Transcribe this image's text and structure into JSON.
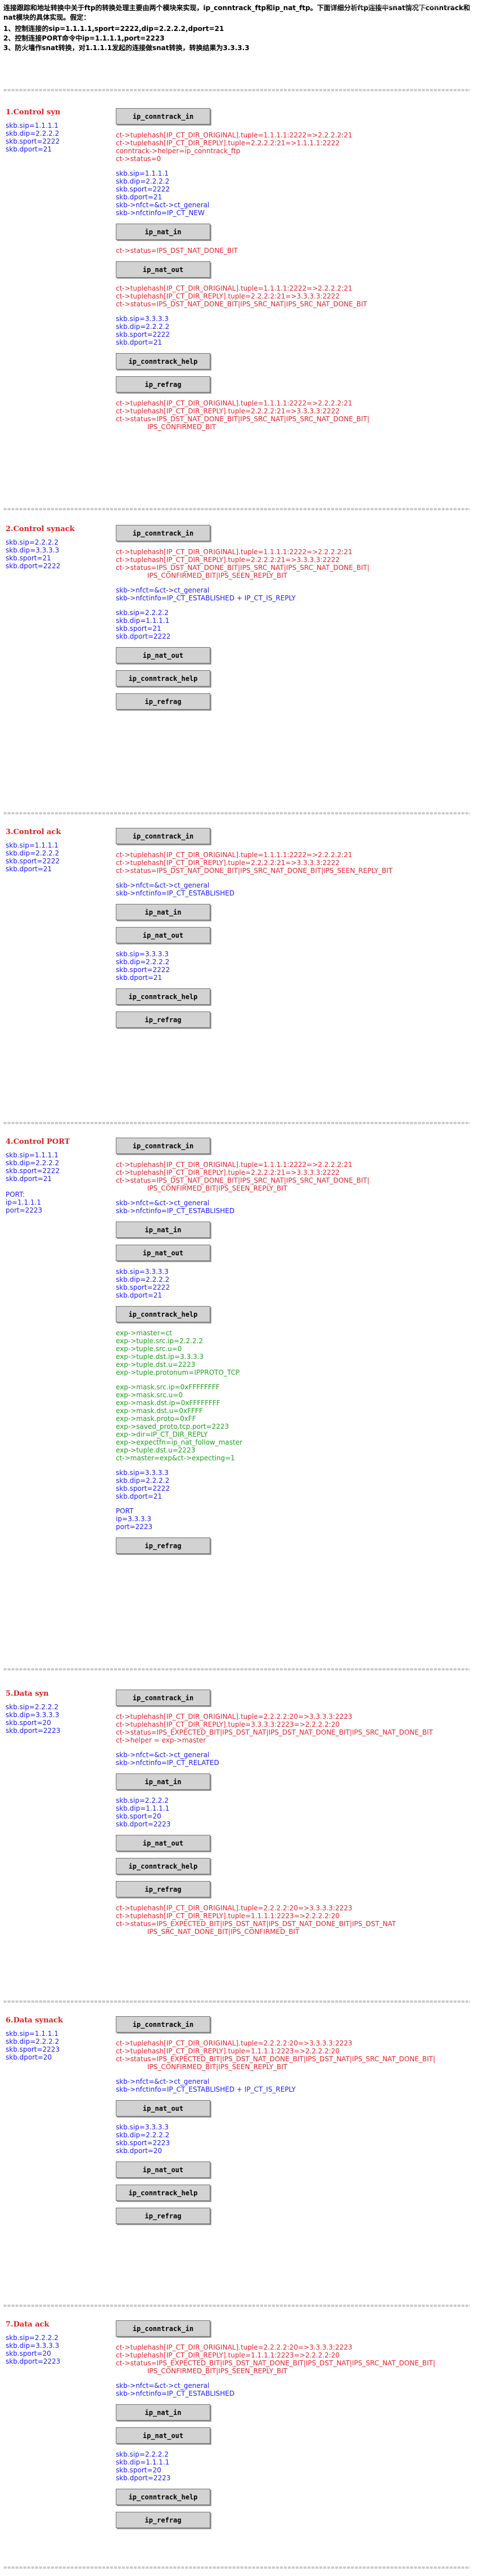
{
  "page": {
    "watermark": "blog.csdn.net/ch_csdn@hotmail.com",
    "intro_title": "连接跟踪和地址转换中关于ftp的转换处理主要由两个模块来实现，ip_conntrack_ftp和ip_nat_ftp。下面详细分析ftp连接中snat情况下conntrack和nat模块的具体实现。假定：",
    "intro_lines": [
      "1、控制连接的sip=1.1.1.1,sport=2222,dip=2.2.2.2,dport=21",
      "2、控制连接PORT命令中ip=1.1.1.1,port=2223",
      "3、防火墙作snat转换，对1.1.1.1发起的连接做snat转换，转换结果为3.3.3.3"
    ],
    "separator": "=========================================================================================================================================================================="
  },
  "colors": {
    "blue": "#1a1aff",
    "red": "#e8232c",
    "green": "#1fa01f",
    "title_red": "#e02020",
    "hook_bg": "#d2d2d2"
  },
  "sections": [
    {
      "title": "1.Control syn",
      "left_vars": [
        "skb.sip=1.1.1.1",
        "skb.dip=2.2.2.2",
        "skb.sport=2222",
        "skb.dport=21"
      ],
      "left_extra": [],
      "hooks": [
        {
          "name": "ip_conntrack_in",
          "blocks": [
            {
              "color": "red",
              "lines": [
                {
                  "t": "ct->tuplehash[IP_CT_DIR_ORIGINAL].tuple=1.1.1.1:2222=>2.2.2.2:21"
                },
                {
                  "t": "ct->tuplehash[IP_CT_DIR_REPLY].tuple=2.2.2.2:21=>1.1.1.1:2222"
                },
                {
                  "t": "conntrack->helper=ip_conntrack_ftp"
                },
                {
                  "t": "ct->status=0"
                }
              ]
            },
            {
              "color": "blue",
              "lines": [
                {
                  "t": "skb.sip=1.1.1.1"
                },
                {
                  "t": "skb.dip=2.2.2.2"
                },
                {
                  "t": "skb.sport=2222"
                },
                {
                  "t": "skb.dport=21"
                },
                {
                  "t": "skb->nfct=&ct->ct_general"
                },
                {
                  "t": "skb->nfctinfo=IP_CT_NEW"
                }
              ]
            }
          ]
        },
        {
          "name": "ip_nat_in",
          "blocks": [
            {
              "color": "red",
              "lines": [
                {
                  "t": "ct->status=IPS_DST_NAT_DONE_BIT"
                }
              ]
            }
          ]
        },
        {
          "name": "ip_nat_out",
          "blocks": [
            {
              "color": "red",
              "lines": [
                {
                  "t": "ct->tuplehash[IP_CT_DIR_ORIGINAL].tuple=1.1.1.1:2222=>2.2.2.2:21"
                },
                {
                  "t": "ct->tuplehash[IP_CT_DIR_REPLY].tuple=2.2.2.2:21=>3.3.3.3:2222"
                },
                {
                  "t": "ct->status=IPS_DST_NAT_DONE_BIT|IPS_SRC_NAT|IPS_SRC_NAT_DONE_BIT"
                }
              ]
            },
            {
              "color": "blue",
              "lines": [
                {
                  "t": "skb.sip=3.3.3.3"
                },
                {
                  "t": "skb.dip=2.2.2.2"
                },
                {
                  "t": "skb.sport=2222"
                },
                {
                  "t": "skb.dport=21"
                }
              ]
            }
          ]
        },
        {
          "name": "ip_conntrack_help",
          "blocks": []
        },
        {
          "name": "ip_refrag",
          "blocks": [
            {
              "color": "red",
              "lines": [
                {
                  "t": "ct->tuplehash[IP_CT_DIR_ORIGINAL].tuple=1.1.1.1:2222=>2.2.2.2:21"
                },
                {
                  "t": "ct->tuplehash[IP_CT_DIR_REPLY].tuple=2.2.2.2:21=>3.3.3.3:2222"
                },
                {
                  "t": "ct->status=IPS_DST_NAT_DONE_BIT|IPS_SRC_NAT|IPS_SRC_NAT_DONE_BIT|"
                },
                {
                  "t": "IPS_CONFIRMED_BIT",
                  "indent": true
                }
              ]
            }
          ]
        }
      ]
    },
    {
      "title": "2.Control synack",
      "left_vars": [
        "skb.sip=2.2.2.2",
        "skb.dip=3.3.3.3",
        "skb.sport=21",
        "skb.dport=2222"
      ],
      "left_extra": [],
      "hooks": [
        {
          "name": "ip_conntrack_in",
          "blocks": [
            {
              "color": "red",
              "lines": [
                {
                  "t": "ct->tuplehash[IP_CT_DIR_ORIGINAL].tuple=1.1.1.1:2222=>2.2.2.2:21"
                },
                {
                  "t": "ct->tuplehash[IP_CT_DIR_REPLY].tuple=2.2.2.2:21=>3.3.3.3:2222"
                },
                {
                  "t": "ct->status=IPS_DST_NAT_DONE_BIT|IPS_SRC_NAT|IPS_SRC_NAT_DONE_BIT|"
                },
                {
                  "t": "IPS_CONFIRMED_BIT|IPS_SEEN_REPLY_BIT",
                  "indent": true
                }
              ]
            },
            {
              "color": "blue",
              "lines": [
                {
                  "t": "skb->nfct=&ct->ct_general"
                },
                {
                  "t": "skb->nfctinfo=IP_CT_ESTABLISHED + IP_CT_IS_REPLY"
                }
              ]
            },
            {
              "color": "blue",
              "lines": [
                {
                  "t": "skb.sip=2.2.2.2"
                },
                {
                  "t": "skb.dip=1.1.1.1"
                },
                {
                  "t": "skb.sport=21"
                },
                {
                  "t": "skb.dport=2222"
                }
              ]
            }
          ]
        },
        {
          "name": "ip_nat_out",
          "blocks": []
        },
        {
          "name": "ip_conntrack_help",
          "blocks": []
        },
        {
          "name": "ip_refrag",
          "blocks": []
        }
      ]
    },
    {
      "title": "3.Control ack",
      "left_vars": [
        "skb.sip=1.1.1.1",
        "skb.dip=2.2.2.2",
        "skb.sport=2222",
        "skb.dport=21"
      ],
      "left_extra": [],
      "hooks": [
        {
          "name": "ip_conntrack_in",
          "blocks": [
            {
              "color": "red",
              "lines": [
                {
                  "t": "ct->tuplehash[IP_CT_DIR_ORIGINAL].tuple=1.1.1.1:2222=>2.2.2.2:21"
                },
                {
                  "t": "ct->tuplehash[IP_CT_DIR_REPLY].tuple=2.2.2.2:21=>3.3.3.3:2222"
                },
                {
                  "t": "ct->status=IPS_DST_NAT_DONE_BIT|IPS_SRC_NAT_DONE_BIT|IPS_SEEN_REPLY_BIT"
                }
              ]
            },
            {
              "color": "blue",
              "lines": [
                {
                  "t": "skb->nfct=&ct->ct_general"
                },
                {
                  "t": "skb->nfctinfo=IP_CT_ESTABLISHED"
                }
              ]
            }
          ]
        },
        {
          "name": "ip_nat_in",
          "blocks": []
        },
        {
          "name": "ip_nat_out",
          "blocks": [
            {
              "color": "blue",
              "lines": [
                {
                  "t": "skb.sip=3.3.3.3"
                },
                {
                  "t": "skb.dip=2.2.2.2"
                },
                {
                  "t": "skb.sport=2222"
                },
                {
                  "t": "skb.dport=21"
                }
              ]
            }
          ]
        },
        {
          "name": "ip_conntrack_help",
          "blocks": []
        },
        {
          "name": "ip_refrag",
          "blocks": []
        }
      ]
    },
    {
      "title": "4.Control PORT",
      "left_vars": [
        "skb.sip=1.1.1.1",
        "skb.dip=2.2.2.2",
        "skb.sport=2222",
        "skb.dport=21"
      ],
      "left_extra": [
        "PORT:",
        "ip=1.1.1.1",
        "port=2223"
      ],
      "hooks": [
        {
          "name": "ip_conntrack_in",
          "blocks": [
            {
              "color": "red",
              "lines": [
                {
                  "t": "ct->tuplehash[IP_CT_DIR_ORIGINAL].tuple=1.1.1.1:2222=>2.2.2.2:21"
                },
                {
                  "t": "ct->tuplehash[IP_CT_DIR_REPLY].tuple=2.2.2.2:21=>3.3.3.3:2222"
                },
                {
                  "t": "ct->status=IPS_DST_NAT_DONE_BIT|IPS_SRC_NAT|IPS_SRC_NAT_DONE_BIT|"
                },
                {
                  "t": "IPS_CONFIRMED_BIT|IPS_SEEN_REPLY_BIT",
                  "indent": true
                }
              ]
            },
            {
              "color": "blue",
              "lines": [
                {
                  "t": "skb->nfct=&ct->ct_general"
                },
                {
                  "t": "skb->nfctinfo=IP_CT_ESTABLISHED"
                }
              ]
            }
          ]
        },
        {
          "name": "ip_nat_in",
          "blocks": []
        },
        {
          "name": "ip_nat_out",
          "blocks": [
            {
              "color": "blue",
              "lines": [
                {
                  "t": "skb.sip=3.3.3.3"
                },
                {
                  "t": "skb.dip=2.2.2.2"
                },
                {
                  "t": "skb.sport=2222"
                },
                {
                  "t": "skb.dport=21"
                }
              ]
            }
          ]
        },
        {
          "name": "ip_conntrack_help",
          "blocks": [
            {
              "color": "green",
              "lines": [
                {
                  "t": "exp->master=ct"
                },
                {
                  "t": "exp->tuple.src.ip=2.2.2.2"
                },
                {
                  "t": "exp->tuple.src.u=0"
                },
                {
                  "t": "exp->tuple.dst.ip=3.3.3.3"
                },
                {
                  "t": "exp->tuple.dst.u=2223"
                },
                {
                  "t": "exp->tuple.protonum=IPPROTO_TCP"
                }
              ]
            },
            {
              "color": "green",
              "lines": [
                {
                  "t": "exp->mask.src.ip=0xFFFFFFFF"
                },
                {
                  "t": "exp->mask.src.u=0"
                },
                {
                  "t": "exp->mask.dst.ip=0xFFFFFFFF"
                },
                {
                  "t": "exp->mask.dst.u=0xFFFF"
                },
                {
                  "t": "exp->mask.proto=0xFF"
                },
                {
                  "t": "exp->saved_proto.tcp.port=2223"
                },
                {
                  "t": "exp->dir=IP_CT_DIR_REPLY"
                },
                {
                  "t": "exp->expectfn=ip_nat_follow_master"
                },
                {
                  "t": "exp->tuple.dst.u=2223"
                },
                {
                  "t": "ct->master=exp&ct->expecting=1"
                }
              ]
            },
            {
              "color": "blue",
              "lines": [
                {
                  "t": "skb.sip=3.3.3.3"
                },
                {
                  "t": "skb.dip=2.2.2.2"
                },
                {
                  "t": "skb.sport=2222"
                },
                {
                  "t": "skb.dport=21"
                }
              ]
            },
            {
              "color": "blue",
              "lines": [
                {
                  "t": "PORT"
                },
                {
                  "t": "ip=3.3.3.3"
                },
                {
                  "t": "port=2223"
                }
              ]
            }
          ]
        },
        {
          "name": "ip_refrag",
          "blocks": []
        }
      ]
    },
    {
      "title": "5.Data syn",
      "left_vars": [
        "skb.sip=2.2.2.2",
        "skb.dip=3.3.3.3",
        "skb.sport=20",
        "skb.dport=2223"
      ],
      "left_extra": [],
      "hooks": [
        {
          "name": "ip_conntrack_in",
          "blocks": [
            {
              "color": "red",
              "lines": [
                {
                  "t": "ct->tuplehash[IP_CT_DIR_ORIGINAL].tuple=2.2.2.2:20=>3.3.3.3:2223"
                },
                {
                  "t": "ct->tuplehash[IP_CT_DIR_REPLY].tuple=3.3.3.3:2223=>2.2.2.2:20"
                },
                {
                  "t": "ct->status=IPS_EXPECTED_BIT|IPS_DST_NAT|IPS_DST_NAT_DONE_BIT|IPS_SRC_NAT_DONE_BIT"
                },
                {
                  "t": "ct->helper = exp->master"
                }
              ]
            },
            {
              "color": "blue",
              "lines": [
                {
                  "t": "skb->nfct=&ct->ct_general"
                },
                {
                  "t": "skb->nfctinfo=IP_CT_RELATED"
                }
              ]
            }
          ]
        },
        {
          "name": "ip_nat_in",
          "blocks": [
            {
              "color": "blue",
              "lines": [
                {
                  "t": "skb.sip=2.2.2.2"
                },
                {
                  "t": "skb.dip=1.1.1.1"
                },
                {
                  "t": "skb.sport=20"
                },
                {
                  "t": "skb.dport=2223"
                }
              ]
            }
          ]
        },
        {
          "name": "ip_nat_out",
          "blocks": []
        },
        {
          "name": "ip_conntrack_help",
          "blocks": []
        },
        {
          "name": "ip_refrag",
          "blocks": [
            {
              "color": "red",
              "lines": [
                {
                  "t": "ct->tuplehash[IP_CT_DIR_ORIGINAL].tuple=2.2.2.2:20=>3.3.3.3:2223"
                },
                {
                  "t": "ct->tuplehash[IP_CT_DIR_REPLY].tuple=1.1.1.1:2223=>2.2.2.2:20"
                },
                {
                  "t": "ct->status=IPS_EXPECTED_BIT|IPS_DST_NAT|IPS_DST_NAT_DONE_BIT|IPS_DST_NAT"
                },
                {
                  "t": "IPS_SRC_NAT_DONE_BIT|IPS_CONFIRMED_BIT",
                  "indent": true
                }
              ]
            }
          ]
        }
      ]
    },
    {
      "title": "6.Data synack",
      "left_vars": [
        "skb.sip=1.1.1.1",
        "skb.dip=2.2.2.2",
        "skb.sport=2223",
        "skb.dport=20"
      ],
      "left_extra": [],
      "hooks": [
        {
          "name": "ip_conntrack_in",
          "blocks": [
            {
              "color": "red",
              "lines": [
                {
                  "t": "ct->tuplehash[IP_CT_DIR_ORIGINAL].tuple=2.2.2.2:20=>3.3.3.3:2223"
                },
                {
                  "t": "ct->tuplehash[IP_CT_DIR_REPLY].tuple=1.1.1.1:2223=>2.2.2.2:20"
                },
                {
                  "t": "ct->status=IPS_EXPECTED_BIT|IPS_DST_NAT_DONE_BIT|IPS_DST_NAT|IPS_SRC_NAT_DONE_BIT|"
                },
                {
                  "t": "IPS_CONFIRMED_BIT|IPS_SEEN_REPLY_BIT",
                  "indent": true
                }
              ]
            },
            {
              "color": "blue",
              "lines": [
                {
                  "t": "skb->nfct=&ct->ct_general"
                },
                {
                  "t": "skb->nfctinfo=IP_CT_ESTABLISHED + IP_CT_IS_REPLY"
                }
              ]
            }
          ]
        },
        {
          "name": "ip_nat_out",
          "blocks": [
            {
              "color": "blue",
              "lines": [
                {
                  "t": "skb.sip=3.3.3.3"
                },
                {
                  "t": "skb.dip=2.2.2.2"
                },
                {
                  "t": "skb.sport=2223"
                },
                {
                  "t": "skb.dport=20"
                }
              ]
            }
          ]
        },
        {
          "name": "ip_nat_out",
          "blocks": []
        },
        {
          "name": "ip_conntrack_help",
          "blocks": []
        },
        {
          "name": "ip_refrag",
          "blocks": []
        }
      ]
    },
    {
      "title": "7.Data ack",
      "left_vars": [
        "skb.sip=2.2.2.2",
        "skb.dip=3.3.3.3",
        "skb.sport=20",
        "skb.dport=2223"
      ],
      "left_extra": [],
      "hooks": [
        {
          "name": "ip_conntrack_in",
          "blocks": [
            {
              "color": "red",
              "lines": [
                {
                  "t": "ct->tuplehash[IP_CT_DIR_ORIGINAL].tuple=2.2.2.2:20=>3.3.3.3:2223"
                },
                {
                  "t": "ct->tuplehash[IP_CT_DIR_REPLY].tuple=1.1.1.1:2223=>2.2.2.2:20"
                },
                {
                  "t": "ct->status=IPS_EXPECTED_BIT|IPS_DST_NAT_DONE_BIT|IPS_DST_NAT|IPS_SRC_NAT_DONE_BIT|"
                },
                {
                  "t": "IPS_CONFIRMED_BIT|IPS_SEEN_REPLY_BIT",
                  "indent": true
                }
              ]
            },
            {
              "color": "blue",
              "lines": [
                {
                  "t": "skb->nfct=&ct->ct_general"
                },
                {
                  "t": "skb->nfctinfo=IP_CT_ESTABLISHED"
                }
              ]
            }
          ]
        },
        {
          "name": "ip_nat_in",
          "blocks": []
        },
        {
          "name": "ip_nat_out",
          "blocks": [
            {
              "color": "blue",
              "lines": [
                {
                  "t": "skb.sip=2.2.2.2"
                },
                {
                  "t": "skb.dip=1.1.1.1"
                },
                {
                  "t": "skb.sport=20"
                },
                {
                  "t": "skb.dport=2223"
                }
              ]
            }
          ]
        },
        {
          "name": "ip_conntrack_help",
          "blocks": []
        },
        {
          "name": "ip_refrag",
          "blocks": []
        }
      ]
    }
  ]
}
